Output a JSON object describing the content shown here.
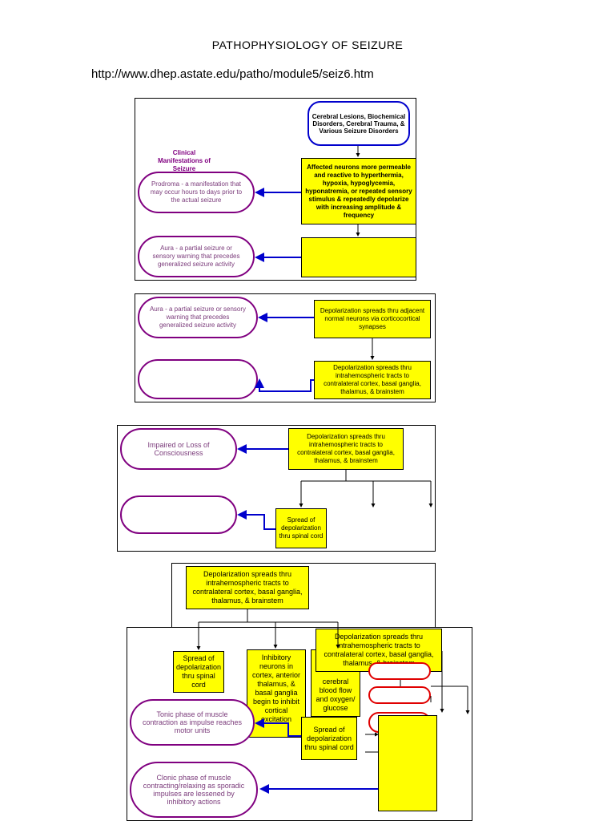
{
  "page": {
    "title": "PATHOPHYSIOLOGY OF SEIZURE",
    "url": "http://www.dhep.astate.edu/patho/module5/seiz6.htm"
  },
  "panel1": {
    "cause_box": "Cerebral Lesions, Biochemical Disorders, Cerebral Trauma, & Various Seizure Disorders",
    "manifestations_label": "Clinical Manifestations of Seizure",
    "neurons_box": "Affected neurons more permeable and reactive to hyperthermia, hypoxia, hypoglycemia, hyponatremia, or repeated sensory stimulus & repeatedly depolarize with increasing amplitude & frequency",
    "prodroma_oval": "Prodroma - a manifestation that may occur hours to days prior to the actual seizure",
    "aura_oval": "Aura - a partial seizure or sensory warning that precedes generalized seizure activity",
    "empty_box": ""
  },
  "panel2": {
    "aura_oval": "Aura - a partial seizure or sensory warning that precedes generalized seizure activity",
    "cortico_box": "Depolarization spreads thru adjacent normal neurons via corticocortical synapses",
    "intra_box": "Depolarization spreads thru intrahemospheric tracts to contralateral cortex, basal ganglia, thalamus, & brainstem",
    "empty_oval": ""
  },
  "panel3": {
    "impaired_oval": "Impaired or Loss of Consciousness",
    "intra_box": "Depolarization spreads thru intrahemospheric tracts to contralateral cortex, basal ganglia, thalamus, & brainstem",
    "spinal_box": "Spread of depolarization thru spinal cord",
    "empty_oval": ""
  },
  "panel4": {
    "intra_box_top": "Depolarization spreads thru intrahemospheric tracts to contralateral cortex, basal ganglia, thalamus, & brainstem",
    "spinal_box_left": "Spread of depolarization thru spinal cord",
    "inhibitory_box": "Inhibitory neurons in cortex, anterior thalamus, & basal ganglia begin to inhibit cortical excitation",
    "intra_box_right": "Depolarization spreads thru intrahemospheric tracts to contralateral cortex, basal ganglia, thalamus, & brainstem",
    "cerebral_box": "cerebral blood flow and oxygen/ glucose",
    "spinal_box_mid": "Spread of depolarization thru spinal cord",
    "tonic_oval": "Tonic phase of muscle contraction as impulse reaches motor units",
    "clonic_oval": "Clonic phase of muscle contracting/relaxing as sporadic impulses are lessened by inhibitory actions",
    "empty_box": ""
  },
  "colors": {
    "box_fill": "#ffff00",
    "oval_border": "#800080",
    "arrow": "#0000cc",
    "red_oval": "#e00000"
  }
}
